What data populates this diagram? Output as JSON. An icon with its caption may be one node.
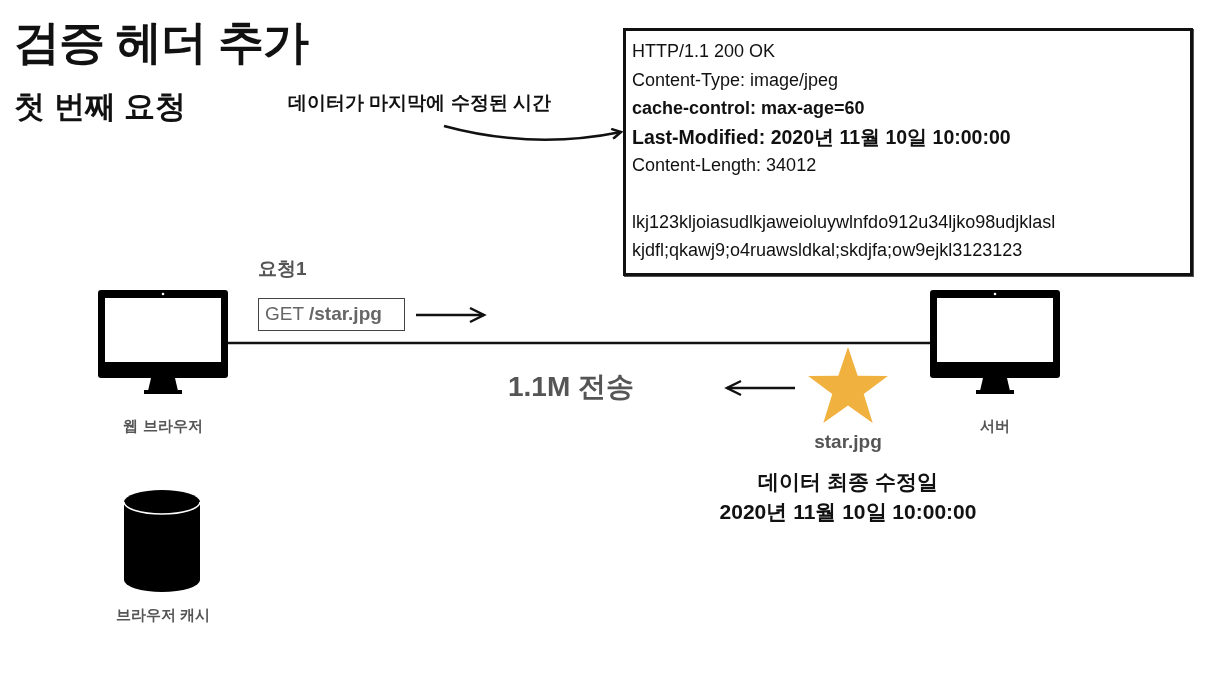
{
  "diagram": {
    "title": "검증 헤더 추가",
    "nodes": [
      {
        "text": [
          "웹 브라우저"
        ]
      },
      {
        "text": [
          "서버"
        ]
      },
      {
        "text": [
          "브라우저 캐시"
        ]
      },
      {
        "text": [
          "GET **/star.jpg**"
        ]
      },
      {
        "text": [
          "HTTP/1.1 200 OK",
          "Content-Type: image/jpeg",
          "cache-control: max-age=60",
          "Last-Modified: 2020년 11월 10일 10:00:00",
          "Content-Length: 34012",
          "lkj123kljoiasudlkjaweioluywlnfdo912u34ljko98udjklasl kjdfl;qkawj9;o4ruawsldkal;skdjfa;ow9ejkl3123123"
        ]
      },
      {
        "text": [
          "데이터가 마지막에 수정된 시간"
        ]
      },
      {
        "text": [
          "star.jpg"
        ],
        "beside": [
          "데이터 최종 수정일",
          "2020년 11월 10일 10:00:00"
        ]
      }
    ],
    "edges": [
      {
        "from": 0,
        "to": 1,
        "arrow": "none"
      },
      {
        "from": 5,
        "to": 4,
        "arrow": "to"
      }
    ],
    "labels": [
      "첫 번째 요청",
      "요청1",
      "1.1M 전송"
    ]
  }
}
